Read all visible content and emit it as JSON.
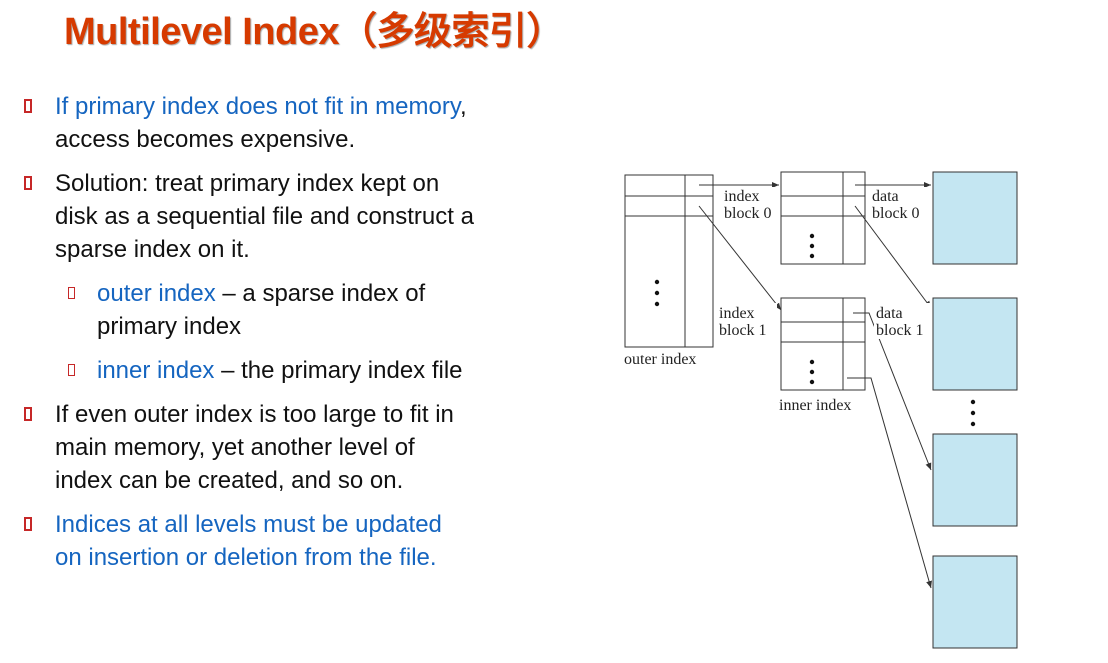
{
  "slide": {
    "title": "Multilevel Index（多级索引）"
  },
  "bullets": [
    {
      "level": 1,
      "lines": [
        [
          {
            "text": "If primary index does not fit in memory",
            "highlight": true
          },
          {
            "text": ",",
            "highlight": false
          }
        ],
        [
          {
            "text": "access becomes expensive.",
            "highlight": false
          }
        ]
      ]
    },
    {
      "level": 1,
      "lines": [
        [
          {
            "text": "Solution: treat primary index kept on",
            "highlight": false
          }
        ],
        [
          {
            "text": "disk as a sequential file and construct a",
            "highlight": false
          }
        ],
        [
          {
            "text": "sparse index on it.",
            "highlight": false
          }
        ]
      ]
    },
    {
      "level": 2,
      "lines": [
        [
          {
            "text": "outer index",
            "highlight": true
          },
          {
            "text": " – a sparse index of",
            "highlight": false
          }
        ],
        [
          {
            "text": "primary index",
            "highlight": false
          }
        ]
      ]
    },
    {
      "level": 2,
      "lines": [
        [
          {
            "text": "inner index",
            "highlight": true
          },
          {
            "text": " – the primary index file",
            "highlight": false
          }
        ]
      ]
    },
    {
      "level": 1,
      "lines": [
        [
          {
            "text": "If even outer index is too large to fit in",
            "highlight": false
          }
        ],
        [
          {
            "text": "main memory, yet another level of",
            "highlight": false
          }
        ],
        [
          {
            "text": "index can be created, and so on.",
            "highlight": false
          }
        ]
      ]
    },
    {
      "level": 1,
      "lines": [
        [
          {
            "text": "Indices at all levels must be updated",
            "highlight": true
          }
        ],
        [
          {
            "text": "on insertion or deletion from the file.",
            "highlight": true
          }
        ]
      ]
    }
  ],
  "diagram": {
    "labels": {
      "outer_index": "outer index",
      "inner_index": "inner index",
      "index_block_0_line1": "index",
      "index_block_0_line2": "block 0",
      "index_block_1_line1": "index",
      "index_block_1_line2": "block 1",
      "data_block_0_line1": "data",
      "data_block_0_line2": "block 0",
      "data_block_1_line1": "data",
      "data_block_1_line2": "block 1"
    },
    "colors": {
      "data_block_fill": "#c4e6f2",
      "line": "#333333"
    }
  },
  "theme": {
    "title_color": "#d63a00",
    "highlight_color": "#1565c0",
    "bullet_marker_color": "#c62828"
  }
}
